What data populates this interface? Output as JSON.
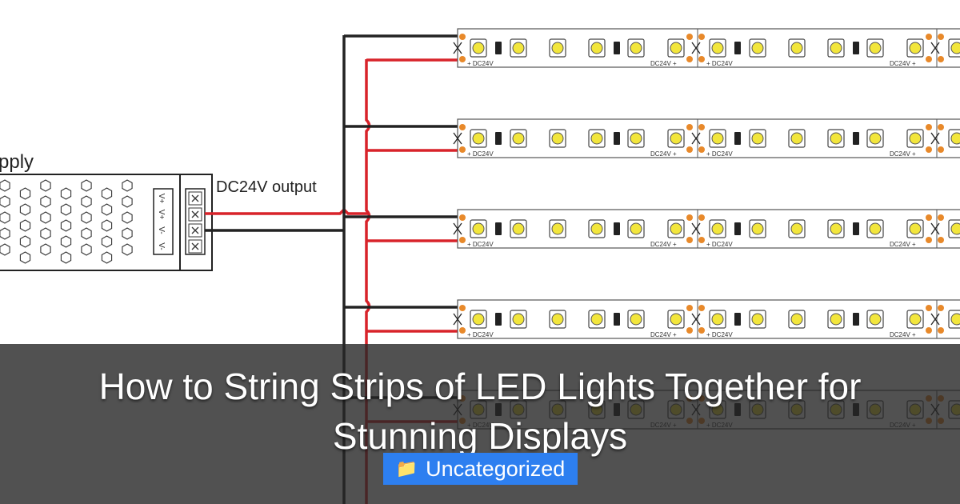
{
  "diagram": {
    "supply_label": "pply",
    "output_label": "DC24V output",
    "terminal_labels": [
      "V+",
      "V+",
      "V-",
      "V-"
    ],
    "strip_left_label": "+ DC24V",
    "strip_right_label": "DC24V +",
    "strip_count": 5,
    "colors": {
      "positive_wire": "#d8232a",
      "negative_wire": "#222222",
      "led": "#f2e63c",
      "pad": "#e8892a"
    }
  },
  "post": {
    "title_line1": "How to String Strips of LED Lights Together for",
    "title_line2": "Stunning Displays",
    "category_icon": "folder-icon",
    "category_glyph": "📁",
    "category": "Uncategorized"
  }
}
